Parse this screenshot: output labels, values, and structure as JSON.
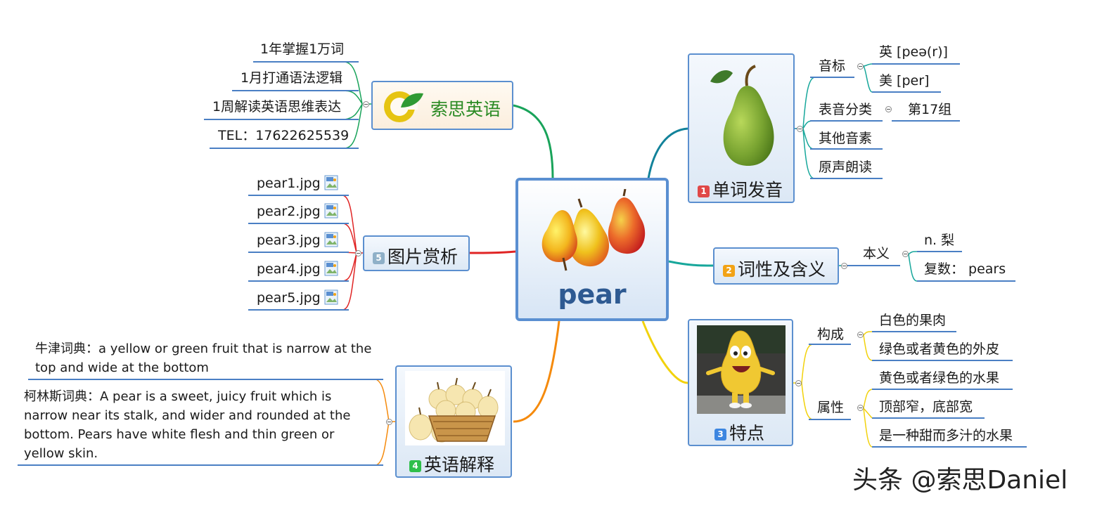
{
  "center": {
    "title": "pear"
  },
  "pronunciation": {
    "title": "单词发音",
    "num": "1",
    "num_color": "#e04848",
    "phonetic_label": "音标",
    "uk": "英 [peə(r)]",
    "us": "美 [per]",
    "category_label": "表音分类",
    "category_value": "第17组",
    "other_phonemes": "其他音素",
    "original_reading": "原声朗读"
  },
  "pos": {
    "title": "词性及含义",
    "num": "2",
    "num_color": "#f2a316",
    "meaning_label": "本义",
    "noun": "n. 梨",
    "plural": "复数： pears"
  },
  "features": {
    "title": "特点",
    "num": "3",
    "num_color": "#3d86e0",
    "composition_label": "构成",
    "flesh": "白色的果肉",
    "skin": "绿色或者黄色的外皮",
    "attribute_label": "属性",
    "attr1": "黄色或者绿色的水果",
    "attr2": "顶部窄，底部宽",
    "attr3": "是一种甜而多汁的水果"
  },
  "english": {
    "title": "英语解释",
    "num": "4",
    "num_color": "#2fbf4a",
    "oxford": "牛津词典：a yellow or green fruit that is narrow at the top and wide at the bottom",
    "collins": "柯林斯词典：A pear is a sweet, juicy fruit which is narrow near its stalk, and wider and rounded at the bottom. Pears have white flesh and thin green or yellow skin."
  },
  "pictures": {
    "title": "图片赏析",
    "num": "5",
    "num_color": "#8fb0c8",
    "files": [
      "pear1.jpg",
      "pear2.jpg",
      "pear3.jpg",
      "pear4.jpg",
      "pear5.jpg"
    ]
  },
  "brand": {
    "title": "索思英语",
    "item1": "1年掌握1万词",
    "item2": "1月打通语法逻辑",
    "item3": "1周解读英语思维表达",
    "item4": "TEL：17622625539"
  },
  "watermark": "头条 @索思Daniel"
}
